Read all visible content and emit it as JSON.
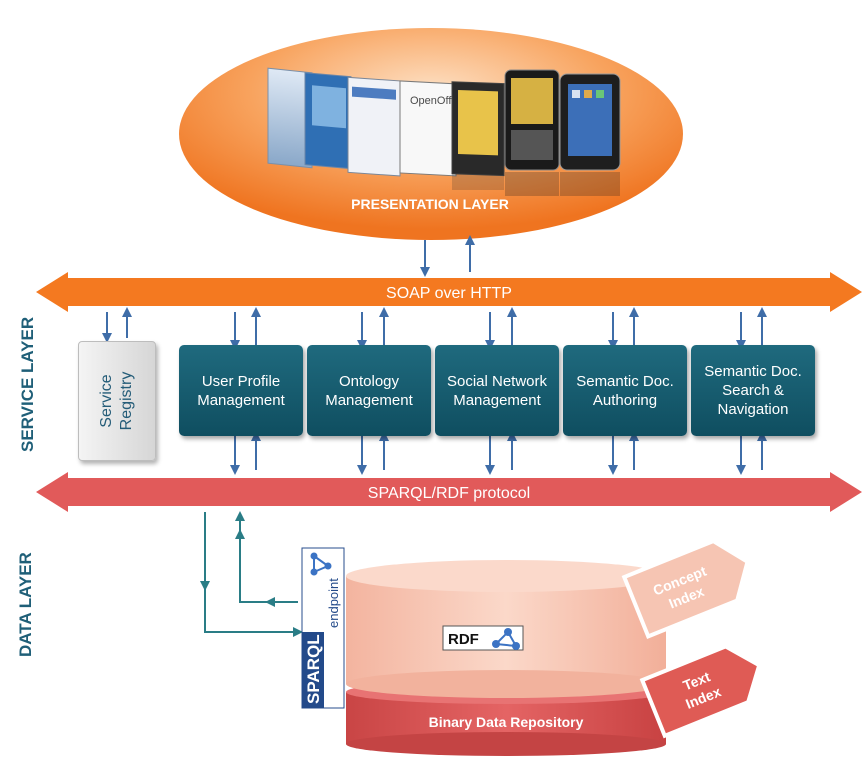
{
  "layers": {
    "presentation": "PRESENTATION LAYER",
    "service": "SERVICE LAYER",
    "data": "DATA LAYER"
  },
  "buses": {
    "soap": "SOAP over HTTP",
    "sparql": "SPARQL/RDF protocol"
  },
  "registry": {
    "label": "Service\nRegistry"
  },
  "services": [
    {
      "label": "User Profile\nManagement"
    },
    {
      "label": "Ontology\nManagement"
    },
    {
      "label": "Social Network\nManagement"
    },
    {
      "label": "Semantic Doc.\nAuthoring"
    },
    {
      "label": "Semantic Doc.\nSearch &\nNavigation"
    }
  ],
  "data_layer": {
    "sparql_main": "SPARQL",
    "sparql_sub": "endpoint",
    "rdf_label": "RDF",
    "concept_index": "Concept\nIndex",
    "text_index": "Text\nIndex",
    "binary_repo": "Binary Data Repository"
  },
  "device_screens": {
    "openoffice_logo": "OpenOffice"
  },
  "colors": {
    "presentation_orange": "#f47c20",
    "soap_bus": "#f47920",
    "sparql_bus": "#e15a5a",
    "service_box": "#165a6c",
    "arrow": "#3f6da8",
    "data_arrow": "#2a7d86",
    "repo_red": "#d64f4f",
    "concept_peach": "#f6c5b3"
  },
  "icons": [
    "arrow-down-icon",
    "arrow-up-icon",
    "rdf-graph-icon",
    "device-screens-icon"
  ]
}
